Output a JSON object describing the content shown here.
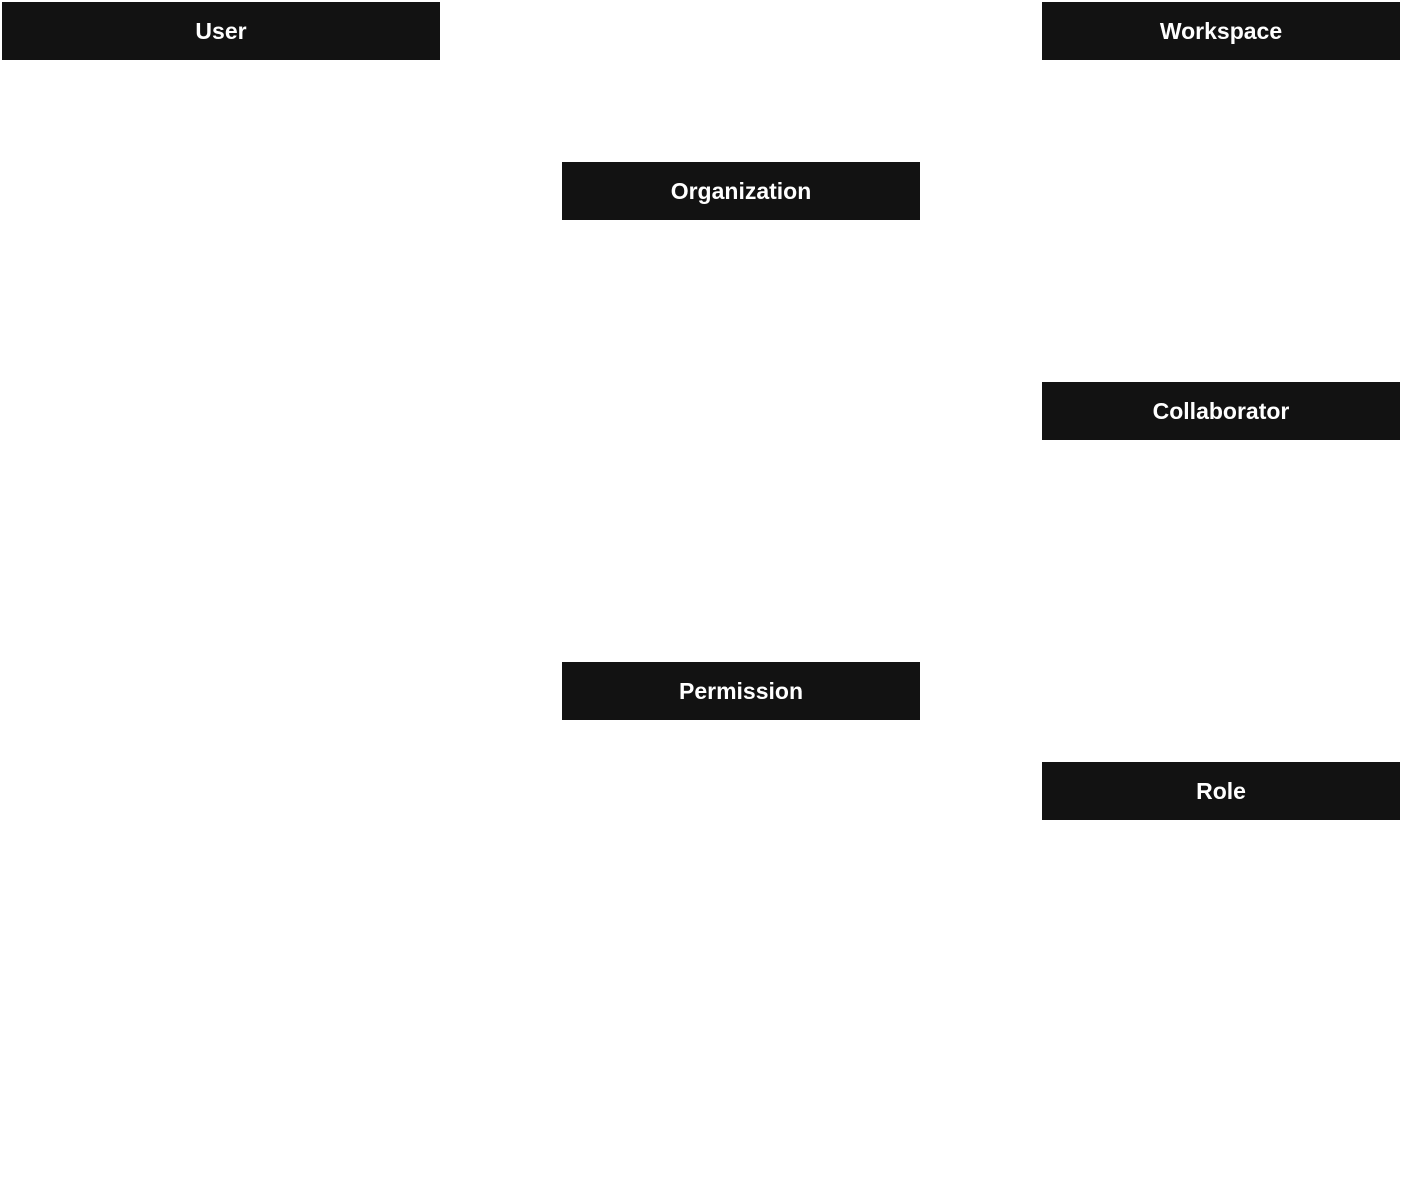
{
  "entities": {
    "user": {
      "title": "User"
    },
    "workspace": {
      "title": "Workspace"
    },
    "organization": {
      "title": "Organization"
    },
    "collaborator": {
      "title": "Collaborator"
    },
    "permission": {
      "title": "Permission"
    },
    "role": {
      "title": "Role"
    }
  },
  "colors": {
    "header_background": "#121212",
    "header_text": "#ffffff",
    "canvas_background": "#ffffff"
  }
}
